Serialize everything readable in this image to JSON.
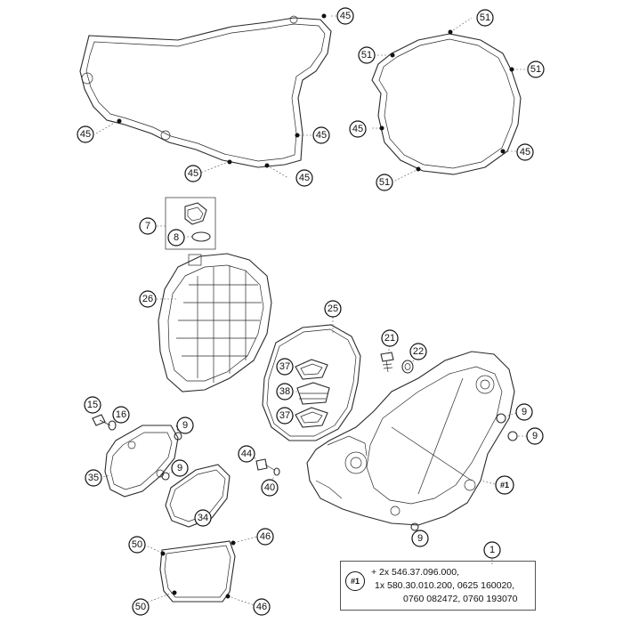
{
  "callouts": [
    "45",
    "51",
    "7",
    "8",
    "26",
    "25",
    "21",
    "22",
    "37",
    "38",
    "15",
    "16",
    "9",
    "35",
    "44",
    "40",
    "34",
    "50",
    "46",
    "1"
  ],
  "assembly_marker": "#1",
  "note": {
    "badge": "#1",
    "line1": "+ 2x 546.37.096.000,",
    "line2": "1x 580.30.010.200, 0625 160020,",
    "line3": "0760 082472, 0760 193070"
  }
}
